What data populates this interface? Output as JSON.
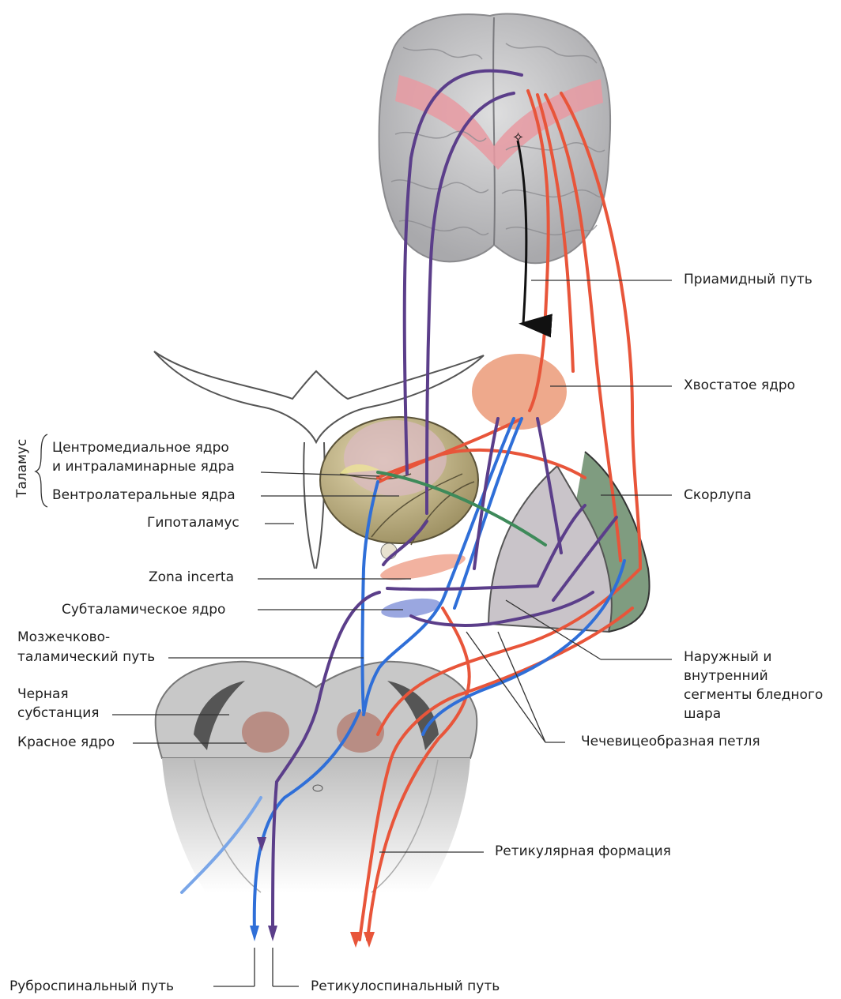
{
  "labels": {
    "pyramidal_tract": "Приамидный путь",
    "caudate_nucleus": "Хвостатое ядро",
    "thalamus": "Таламус",
    "centromedian_1": "Центромедиальное ядро",
    "centromedian_2": "и интраламинарные ядра",
    "ventrolateral": "Вентролатеральные ядра",
    "putamen": "Скорлупа",
    "hypothalamus": "Гипоталамус",
    "zona_incerta": "Zona incerta",
    "subthalamic": "Субталамическое ядро",
    "cerebellothalamic_1": "Мозжечково-",
    "cerebellothalamic_2": "таламический путь",
    "globus_pallidus_1": "Наружный и",
    "globus_pallidus_2": "внутренний",
    "globus_pallidus_3": "сегменты бледного",
    "globus_pallidus_4": "шара",
    "substantia_nigra_1": "Черная",
    "substantia_nigra_2": "субстанция",
    "red_nucleus": "Красное ядро",
    "ansa_lenticularis": "Чечевицеобразная петля",
    "reticular_formation": "Ретикулярная формация",
    "rubrospinal": "Руброспинальный путь",
    "reticulospinal": "Ретикулоспинальный путь"
  },
  "colors": {
    "red_pathway": "#e8553a",
    "blue_pathway": "#2f6fd8",
    "purple_pathway": "#5b3e8a",
    "green_pathway": "#3e8a5a",
    "black_pathway": "#111111",
    "brain_gray": "#c7c7c9",
    "motor_band": "#e79aa2",
    "caudate": "#eea98c",
    "putamen_green": "#7f9c80",
    "pallidus_gray": "#c9c4c9",
    "thalamus": "#cbbf93",
    "brainstem_gray": "#c8c8c8"
  }
}
